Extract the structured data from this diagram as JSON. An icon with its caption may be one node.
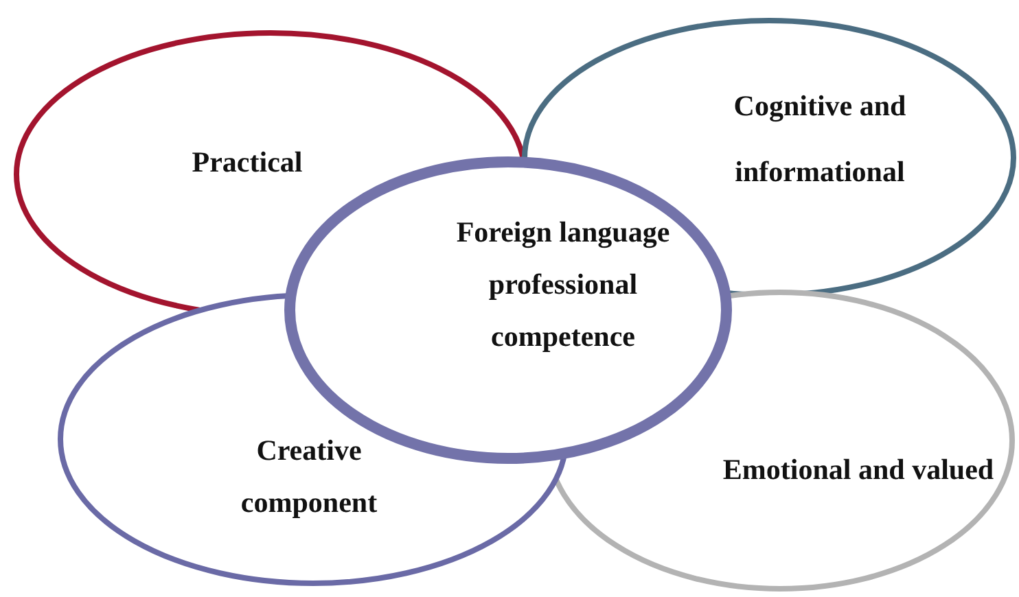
{
  "diagram": {
    "nodes": [
      {
        "text": [
          "Practical"
        ]
      },
      {
        "text": [
          "Cognitive and informational"
        ]
      },
      {
        "text": [
          "Emotional and valued"
        ]
      },
      {
        "text": [
          "Creative component"
        ]
      },
      {
        "text": [
          "Foreign language professional competence"
        ]
      }
    ]
  }
}
